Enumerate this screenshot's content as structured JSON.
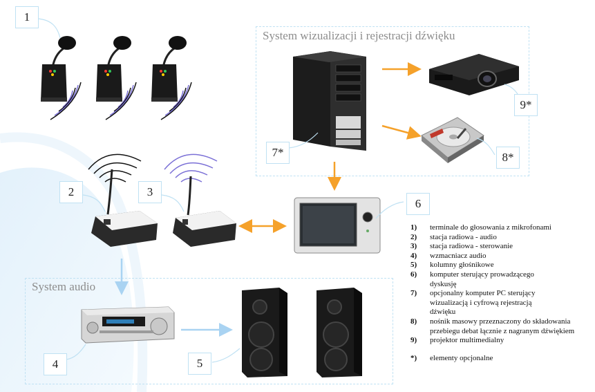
{
  "diagram": {
    "groups": {
      "visualization": {
        "title": "System wizualizacji i rejestracji dźwięku"
      },
      "audio": {
        "title": "System audio"
      }
    },
    "labels": {
      "n1": "1",
      "n2": "2",
      "n3": "3",
      "n4": "4",
      "n5": "5",
      "n6": "6",
      "n7": "7*",
      "n8": "8*",
      "n9": "9*"
    },
    "colors": {
      "arrow_orange": "#f5a12a",
      "arrow_blue": "#a9d3f2",
      "box_border": "#bfe1f3",
      "wave_black": "#111111",
      "wave_purple": "#7a6fd6"
    },
    "legend": {
      "items": [
        {
          "key": "1)",
          "text": "terminale do głosowania z mikrofonami"
        },
        {
          "key": "2)",
          "text": "stacja radiowa - audio"
        },
        {
          "key": "3)",
          "text": "stacja radiowa - sterowanie"
        },
        {
          "key": "4)",
          "text": "wzmacniacz audio"
        },
        {
          "key": "5)",
          "text": "kolumny głośnikowe"
        },
        {
          "key": "6)",
          "text": "komputer sterujący prowadzącego dyskusję"
        },
        {
          "key": "7)",
          "text": "opcjonalny komputer PC sterujący wizualizacją i cyfrową rejestracją dźwięku"
        },
        {
          "key": "8)",
          "text": "nośnik masowy przeznaczony do składowania przebiegu debat łącznie z nagranym dźwiękiem"
        },
        {
          "key": "9)",
          "text": "projektor multimedialny"
        }
      ],
      "footnote": {
        "key": "*)",
        "text": "elementy opcjonalne"
      }
    }
  }
}
